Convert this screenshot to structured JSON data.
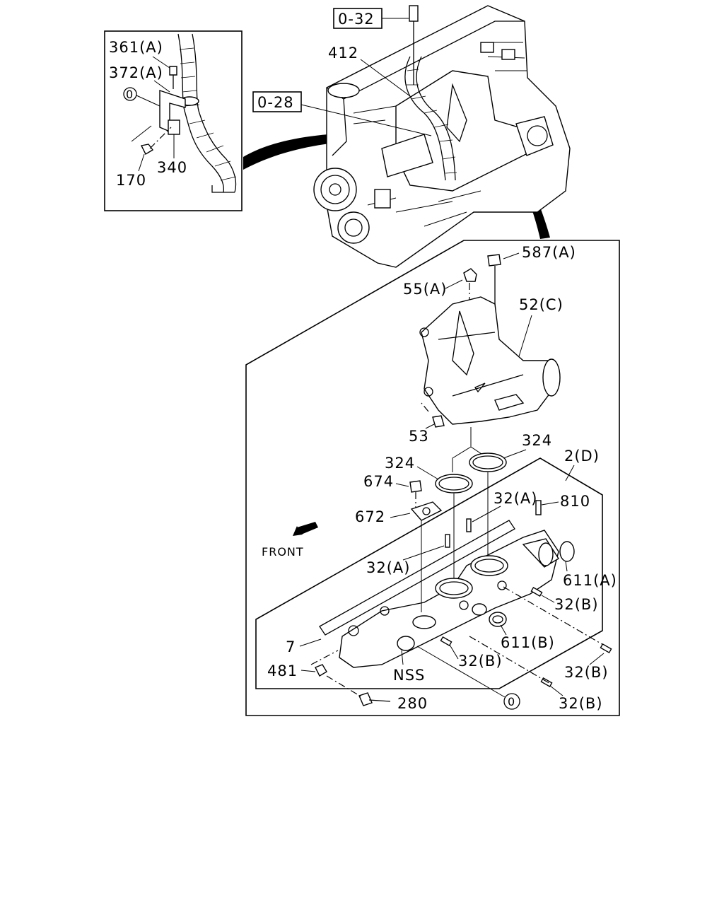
{
  "refs": {
    "r032": "0-32",
    "r028": "0-28"
  },
  "labels": {
    "l361a": "361(A)",
    "l372a": "372(A)",
    "lcircle1": "0",
    "l340": "340",
    "l170": "170",
    "l412": "412",
    "l587a": "587(A)",
    "l55a": "55(A)",
    "l52c": "52(C)",
    "l53": "53",
    "l324a": "324",
    "l324b": "324",
    "l2d": "2(D)",
    "l674": "674",
    "l32a1": "32(A)",
    "l810": "810",
    "l672": "672",
    "lfront": "FRONT",
    "l32a2": "32(A)",
    "l611a": "611(A)",
    "l32b1": "32(B)",
    "l611b": "611(B)",
    "l7": "7",
    "l32b2": "32(B)",
    "l32b3": "32(B)",
    "l481": "481",
    "lnss": "NSS",
    "lcircle2": "0",
    "l280": "280",
    "l32b4": "32(B)"
  }
}
